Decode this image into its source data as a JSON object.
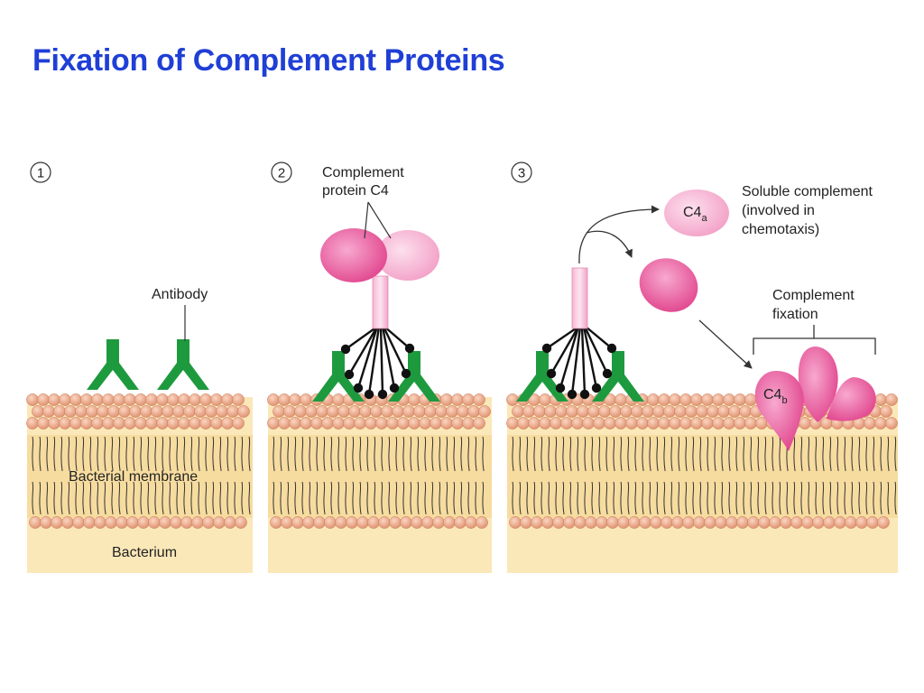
{
  "slide": {
    "title": "Fixation of Complement Proteins"
  },
  "diagram": {
    "panels": [
      {
        "step": "1",
        "labels": {
          "antibody": "Antibody",
          "membrane": "Bacterial membrane",
          "bacterium": "Bacterium"
        }
      },
      {
        "step": "2",
        "labels": {
          "c4_line1": "Complement",
          "c4_line2": "protein C4"
        }
      },
      {
        "step": "3",
        "labels": {
          "soluble_line1": "Soluble complement",
          "soluble_line2": "(involved in",
          "soluble_line3": "chemotaxis)",
          "fixation_line1": "Complement",
          "fixation_line2": "fixation",
          "c4a_base": "C4",
          "c4a_sub": "a",
          "c4b_base": "C4",
          "c4b_sub": "b"
        }
      }
    ],
    "colors": {
      "antibody": "#1e9a3e",
      "complement_pink": "#e8559a",
      "complement_light": "#f4a6c8",
      "membrane_head": "#e8a07c",
      "membrane_body": "#f7dca0",
      "bacterium": "#fbe8b8",
      "title": "#1f3fd6"
    }
  }
}
